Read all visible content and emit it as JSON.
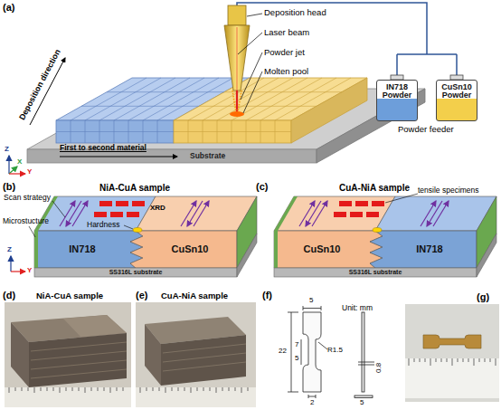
{
  "diagram": {
    "nodes": [
      {
        "text": [
          "IN718 Powder"
        ]
      },
      {
        "text": [
          "CuSn10 Powder"
        ]
      },
      {
        "text": [
          "IN718"
        ]
      },
      {
        "text": [
          "CuSn10"
        ]
      },
      {
        "text": [
          "SS316L substrate"
        ]
      },
      {
        "text": [
          "CuSn10"
        ]
      },
      {
        "text": [
          "IN718"
        ]
      },
      {
        "text": [
          "SS316L substrate"
        ]
      }
    ],
    "labels": [
      "(a)",
      "Deposition head",
      "Laser beam",
      "Powder jet",
      "Molten pool",
      "Deposition direction",
      "First to second material",
      "Substrate",
      "Z",
      "X",
      "Y",
      "Powder feeder",
      "(b)",
      "NiA-CuA sample",
      "Scan strategy",
      "XRD",
      "Hardness",
      "Microstucture",
      "Z",
      "Y",
      "(c)",
      "CuA-NiA sample",
      "tensile specimens",
      "(d)",
      "NiA-CuA sample",
      "(e)",
      "CuA-NiA sample",
      "(f)",
      "5",
      "22",
      "7",
      "5",
      "R1.5",
      "0.8",
      "2",
      "5",
      "Unit: mm",
      "(g)"
    ]
  }
}
